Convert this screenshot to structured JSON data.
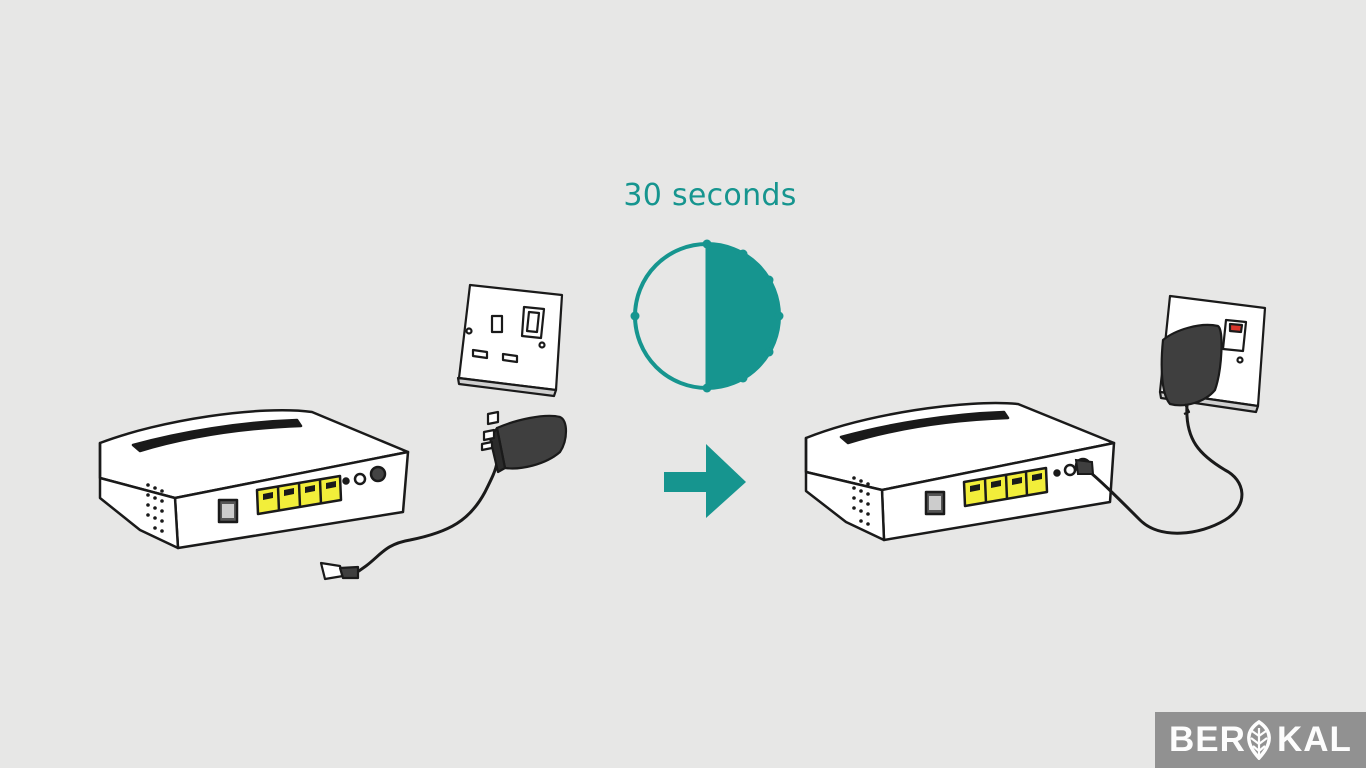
{
  "timer": {
    "label": "30 seconds",
    "elapsed_fraction": 0.5,
    "accent_color": "#16958f"
  },
  "watermark": {
    "text_left": "BER",
    "text_right": "KAL",
    "logo": "leaf-icon",
    "background_color": "#8a8a8a"
  },
  "colors": {
    "background": "#e7e7e6",
    "ports": "#f2ee3a",
    "adapter": "#3f3f3f",
    "outlet_switch_on": "#d9352b"
  },
  "illustration": {
    "before": [
      "router",
      "power-adapter-unplugged",
      "wall-outlet-switched-off"
    ],
    "after": [
      "router",
      "power-adapter-plugged-in",
      "wall-outlet-switched-on"
    ],
    "arrow": "right-arrow-icon"
  }
}
